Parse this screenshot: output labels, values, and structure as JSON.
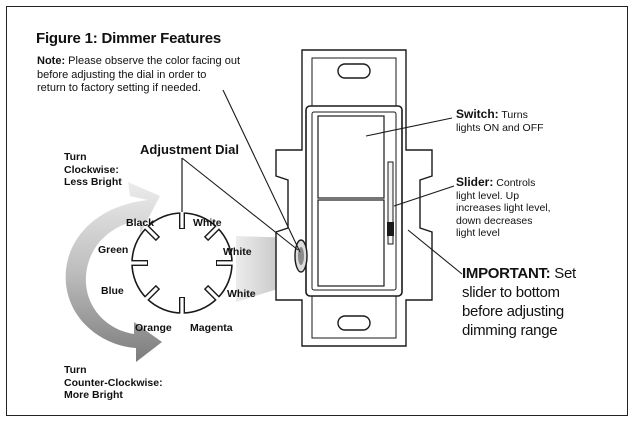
{
  "figure": {
    "title": "Figure 1: Dimmer Features",
    "note_label": "Note:",
    "note_lines": [
      "Please observe the color facing out",
      "before adjusting the dial in order to",
      "return to factory setting if needed."
    ]
  },
  "dial": {
    "title": "Adjustment Dial",
    "labels": {
      "black": "Black",
      "white_top": "White",
      "white_right": "White",
      "white_lower": "White",
      "green": "Green",
      "blue": "Blue",
      "orange": "Orange",
      "magenta": "Magenta"
    }
  },
  "rotation": {
    "clockwise": [
      "Turn",
      "Clockwise:",
      "Less Bright"
    ],
    "counter_clockwise": [
      "Turn",
      "Counter-Clockwise:",
      "More Bright"
    ]
  },
  "callouts": {
    "switch_label": "Switch:",
    "switch_lines": [
      "Turns",
      "lights ON and OFF"
    ],
    "slider_label": "Slider:",
    "slider_lines": [
      "Controls",
      "light level. Up",
      "increases light level,",
      "down decreases",
      "light level"
    ],
    "important_label": "IMPORTANT:",
    "important_lines": [
      "Set",
      "slider to bottom",
      "before adjusting",
      "dimming range"
    ]
  },
  "colors": {
    "line": "#1a1a1a",
    "arrow_light": "#e6e6e6",
    "arrow_dark": "#8a8a8a",
    "beam": "#cfcfcf"
  }
}
